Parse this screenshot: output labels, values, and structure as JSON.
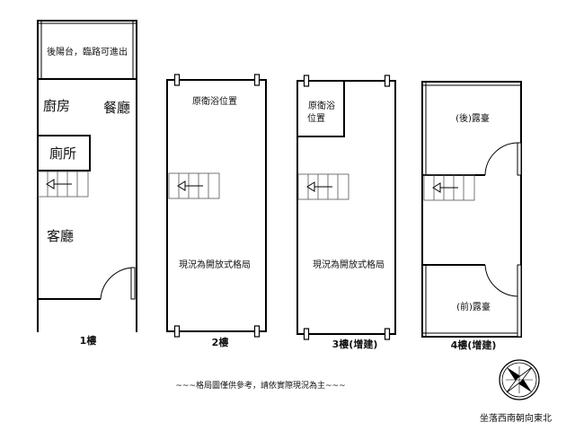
{
  "floor1": {
    "rear_balcony": "後陽台，臨路可進出",
    "kitchen": "廚房",
    "dining": "餐廳",
    "toilet": "廁所",
    "living": "客廳",
    "label": "1樓"
  },
  "floor2": {
    "original_bath": "原衛浴位置",
    "open_layout": "現況為開放式格局",
    "label": "2樓"
  },
  "floor3": {
    "original_bath_line1": "原衛浴",
    "original_bath_line2": "位置",
    "open_layout": "現況為開放式格局",
    "label": "3樓(增建)"
  },
  "floor4": {
    "rear_terrace": "(後)露臺",
    "front_terrace": "(前)露臺",
    "label": "4樓(增建)"
  },
  "footer_note": "~~~格局圖僅供參考，請依實際現況為主~~~",
  "orientation": "坐落西南朝向東北"
}
